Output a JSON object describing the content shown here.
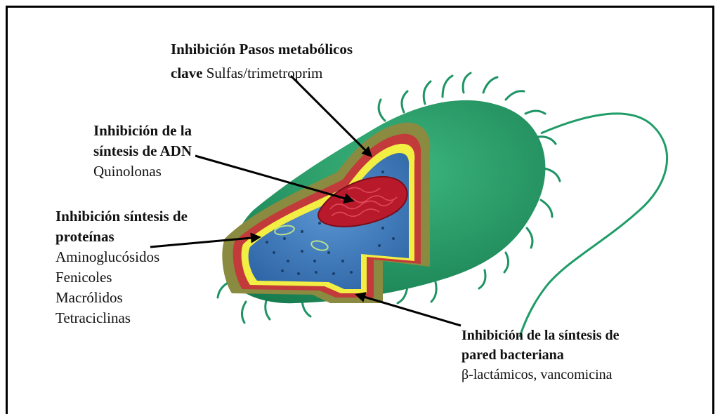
{
  "colors": {
    "flagella": "#1f9c68",
    "body_top": "#2ca470",
    "body_dark": "#157a4e",
    "outer_membrane": "#8a8a40",
    "peptidoglycan": "#c23a3a",
    "inner_membrane": "#f2ee44",
    "cytoplasm": "#3f7bbd",
    "nucleoid": "#b81a2c",
    "arrow": "#000000"
  },
  "annotations": {
    "metabolic": {
      "bold_line1": "Inhibición Pasos metabólicos",
      "bold_line2": "clave",
      "normal_line2": " Sulfas/trimetroprim"
    },
    "dna": {
      "bold_line1": "Inhibición de la",
      "bold_line2": "síntesis de ADN",
      "normal_line3": "Quinolonas"
    },
    "protein": {
      "bold_line1": "Inhibición síntesis de",
      "bold_line2": "proteínas",
      "drugs": [
        "Aminoglucósidos",
        "Fenicoles",
        "Macrólidos",
        "Tetraciclinas"
      ]
    },
    "wall": {
      "bold_line1": "Inhibición de la síntesis de",
      "bold_line2": "pared bacteriana",
      "normal_line3": "β-lactámicos, vancomicina"
    }
  }
}
